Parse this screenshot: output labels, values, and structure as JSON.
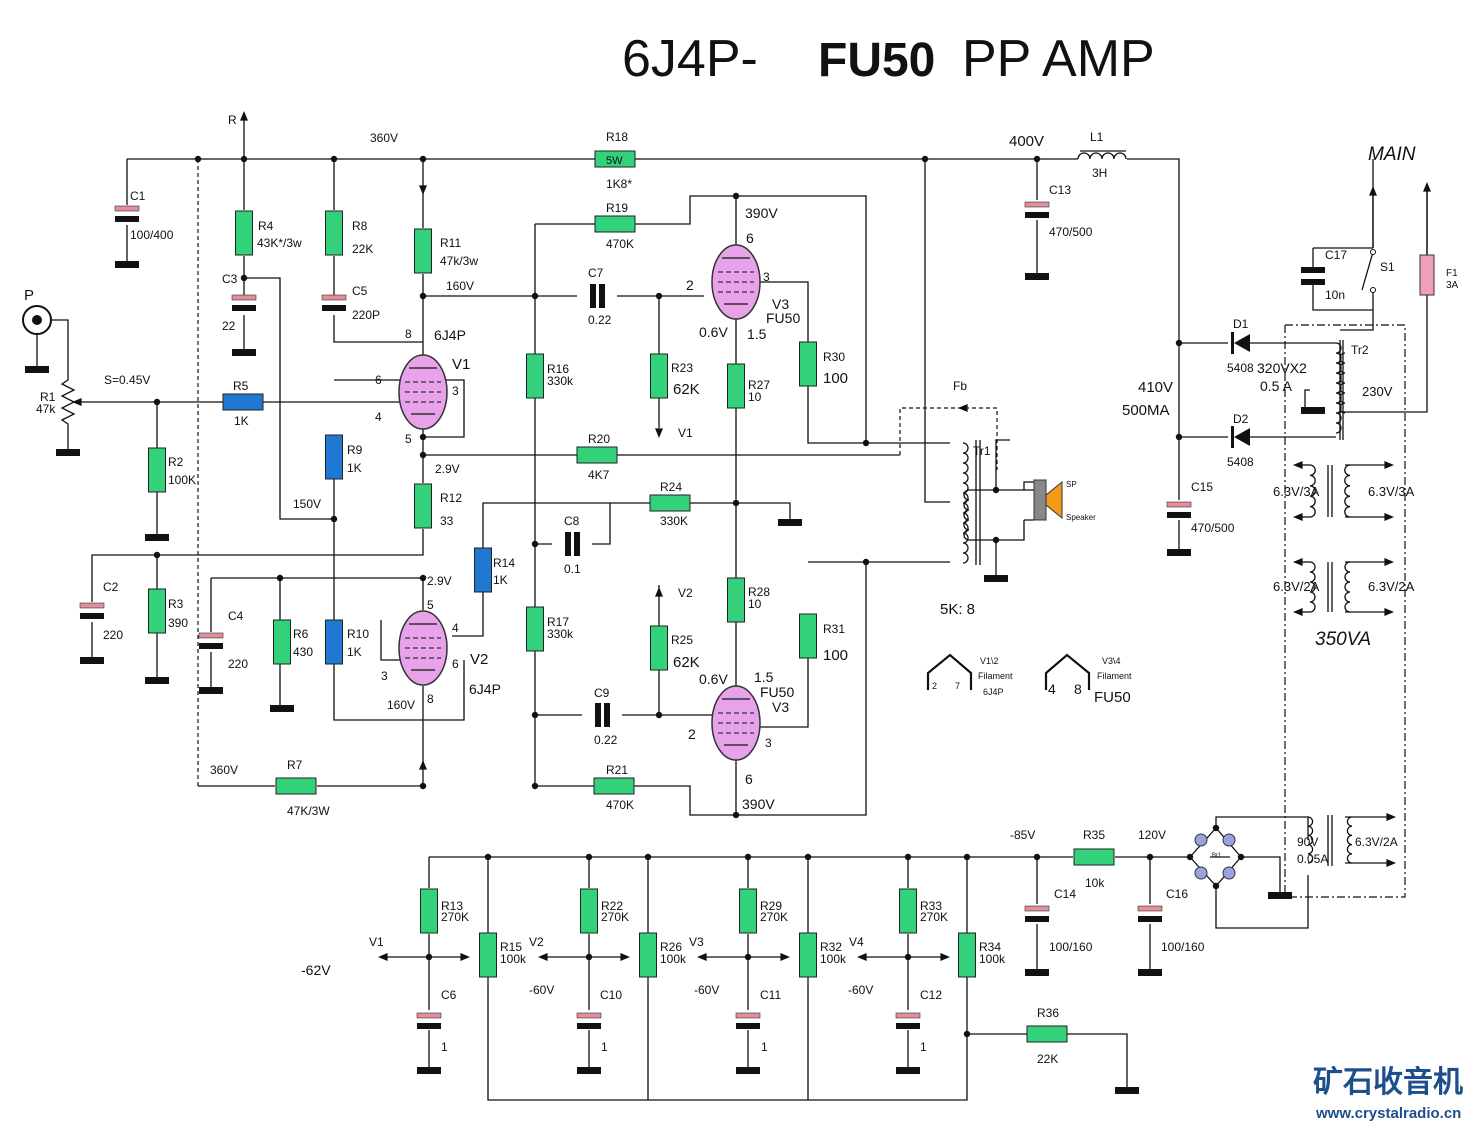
{
  "title": {
    "part1": "6J4P-",
    "part2": "FU50",
    "part3": "PP AMP"
  },
  "logo": {
    "cn": "矿石收音机",
    "url": "www.crystalradio.cn"
  },
  "colors": {
    "resistor": "#33d17a",
    "resistor_blue": "#1f78d1",
    "tube": "#e7a2ea",
    "cap_plate": "#e38e9b",
    "diode": "#9aa3e0",
    "speaker": "#f39a1a",
    "logo": "#1d4f8c"
  },
  "labels": {
    "r_arrow": "R",
    "v360_top": "360V",
    "r18": "R18",
    "r18_rating": "5W",
    "r18_val": "1K8*",
    "v400": "400V",
    "l1": "L1",
    "l1_val": "3H",
    "main": "MAIN",
    "c1": "C1",
    "c1_val": "100/400",
    "r4": "R4",
    "r4_val": "43K*/3w",
    "r8": "R8",
    "r8_val": "22K",
    "r11": "R11",
    "r11_val": "47k/3w",
    "r19": "R19",
    "r19_val": "470K",
    "v390_top": "390V",
    "v3t_pin6": "6",
    "c13": "C13",
    "c13_val": "470/500",
    "c17": "C17",
    "c17_val": "10n",
    "s1": "S1",
    "f1": "F1",
    "f1_val": "3A",
    "c3": "C3",
    "c3_val": "22",
    "c5": "C5",
    "c5_val": "220P",
    "v160": "160V",
    "c7": "C7",
    "c7_val": "0.22",
    "v3t_pin2": "2",
    "v3t_pin3": "3",
    "v3t_name": "V3",
    "v3t_type": "FU50",
    "v3t_v06": "0.6V",
    "v3t_v15": "1.5",
    "v1_pin8": "8",
    "v1_type": "6J4P",
    "d1": "D1",
    "d1_val": "5408",
    "tr2_sec": "320VX2",
    "tr2_cur": "0.5 A",
    "tr2": "Tr2",
    "tr2_pri": "230V",
    "p": "P",
    "s_sens": "S=0.45V",
    "r1": "R1",
    "r1_val": "47k",
    "v1_name": "V1",
    "v1_pin6": "6",
    "v1_pin3": "3",
    "v1_pin4": "4",
    "v1_pin5": "5",
    "r16": "R16",
    "r16_val": "330k",
    "r23": "R23",
    "r23_val": "62K",
    "r27": "R27",
    "r27_val": "10",
    "r30": "R30",
    "r30_val": "100",
    "r5": "R5",
    "r5_val": "1K",
    "bias_v1": "V1",
    "fb": "Fb",
    "v410": "410V",
    "ma500": "500MA",
    "r9": "R9",
    "r9_val": "1K",
    "r20": "R20",
    "r20_val": "4K7",
    "tr1": "Tr1",
    "d2": "D2",
    "d2_val": "5408",
    "r2": "R2",
    "r2_val": "100K",
    "v29a": "2.9V",
    "r12": "R12",
    "r12_val": "33",
    "v150": "150V",
    "r24": "R24",
    "r24_val": "330K",
    "sp": "SP",
    "speaker": "Speaker",
    "h1l": "6.3V/3A",
    "h1r": "6.3V/3A",
    "c15": "C15",
    "c15_val": "470/500",
    "c8": "C8",
    "c8_val": "0.1",
    "r14": "R14",
    "r14_val": "1K",
    "c2": "C2",
    "c2_val": "220",
    "r3": "R3",
    "r3_val": "390",
    "v29b": "2.9V",
    "v2_pin5": "5",
    "v2_pin4": "4",
    "v2_pin6": "6",
    "v2_pin3": "3",
    "v2_pin8": "8",
    "c4": "C4",
    "c4_val": "220",
    "r6": "R6",
    "r6_val": "430",
    "r10": "R10",
    "r10_val": "1K",
    "r17": "R17",
    "r17_val": "330k",
    "bias_v2": "V2",
    "r28": "R28",
    "r28_val": "10",
    "r31": "R31",
    "r31_val": "100",
    "h2l": "6.3V/2A",
    "h2r": "6.3V/2A",
    "ratio": "5K:  8",
    "va350": "350VA",
    "r25": "R25",
    "r25_val": "62K",
    "v2_name": "V2",
    "v2_type": "6J4P",
    "v3b_v15": "1.5",
    "v3b_v06": "0.6V",
    "v3b_type": "FU50",
    "v3b_name": "V3",
    "fil1_tube": "V1\\2",
    "fil1_label": "Filament",
    "fil1_type": "6J4P",
    "fil1_p2": "2",
    "fil1_p7": "7",
    "fil2_tube": "V3\\4",
    "fil2_label": "Filament",
    "fil2_type": "FU50",
    "fil2_p4": "4",
    "fil2_p8": "8",
    "v160b": "160V",
    "c9": "C9",
    "c9_val": "0.22",
    "v3b_pin2": "2",
    "v3b_pin3": "3",
    "r7": "R7",
    "r7_val": "47K/3W",
    "v360_bot": "360V",
    "r21": "R21",
    "r21_val": "470K",
    "v3b_pin6": "6",
    "v390_bot": "390V",
    "vm85": "-85V",
    "r35": "R35",
    "v120": "120V",
    "r35_val": "10k",
    "br1": "Br1",
    "tr3_v": "90V",
    "tr3_a": "0.05A",
    "tr3_h": "6.3V/2A",
    "r13": "R13",
    "r13_val": "270K",
    "r22": "R22",
    "r22_val": "270K",
    "r29": "R29",
    "r29_val": "270K",
    "r33": "R33",
    "r33_val": "270K",
    "c14": "C14",
    "c14_val": "100/160",
    "c16": "C16",
    "c16_val": "100/160",
    "out_v1": "V1",
    "out_v2": "V2",
    "out_v3": "V3",
    "out_v4": "V4",
    "r15": "R15",
    "r15_val": "100k",
    "r26": "R26",
    "r26_val": "100k",
    "r32": "R32",
    "r32_val": "100k",
    "r34": "R34",
    "r34_val": "100k",
    "vm62": "-62V",
    "vm60a": "-60V",
    "vm60b": "-60V",
    "vm60c": "-60V",
    "c6": "C6",
    "c10": "C10",
    "c11": "C11",
    "c12": "C12",
    "c6_val": "1",
    "c10_val": "1",
    "c11_val": "1",
    "c12_val": "1",
    "r36": "R36",
    "r36_val": "22K"
  }
}
